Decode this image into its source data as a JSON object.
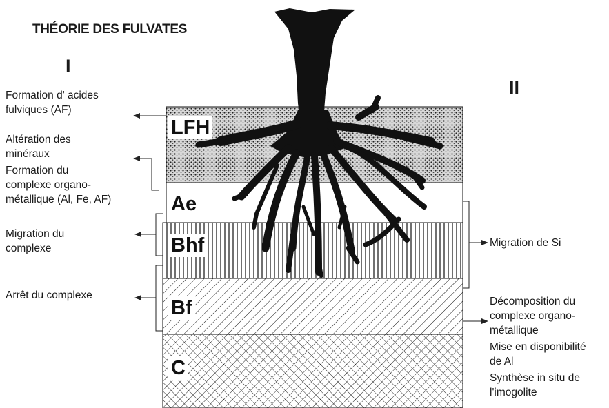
{
  "title": "THÉORIE DES FULVATES",
  "section_left": "I",
  "section_right": "II",
  "horizons": [
    {
      "name": "LFH",
      "pattern": "stipple"
    },
    {
      "name": "Ae",
      "pattern": "blank"
    },
    {
      "name": "Bhf",
      "pattern": "vertical-lines"
    },
    {
      "name": "Bf",
      "pattern": "diagonal-lines"
    },
    {
      "name": "C",
      "pattern": "crosshatch"
    }
  ],
  "left_notes": [
    {
      "lines": [
        "Formation d' acides",
        "fulviques (AF)"
      ]
    },
    {
      "lines": [
        "Altération des",
        "minéraux",
        "Formation du",
        "complexe organo-",
        "métallique (Al, Fe, AF)"
      ]
    },
    {
      "lines": [
        "Migration du",
        "complexe"
      ]
    },
    {
      "lines": [
        "Arrêt du complexe"
      ]
    }
  ],
  "right_notes": [
    {
      "lines": [
        "Migration de Si"
      ]
    },
    {
      "lines": [
        "Décomposition du",
        "complexe organo-",
        "métallique",
        "Mise en disponibilité",
        "de Al",
        "Synthèse in situ de",
        "l'imogolite"
      ]
    }
  ]
}
